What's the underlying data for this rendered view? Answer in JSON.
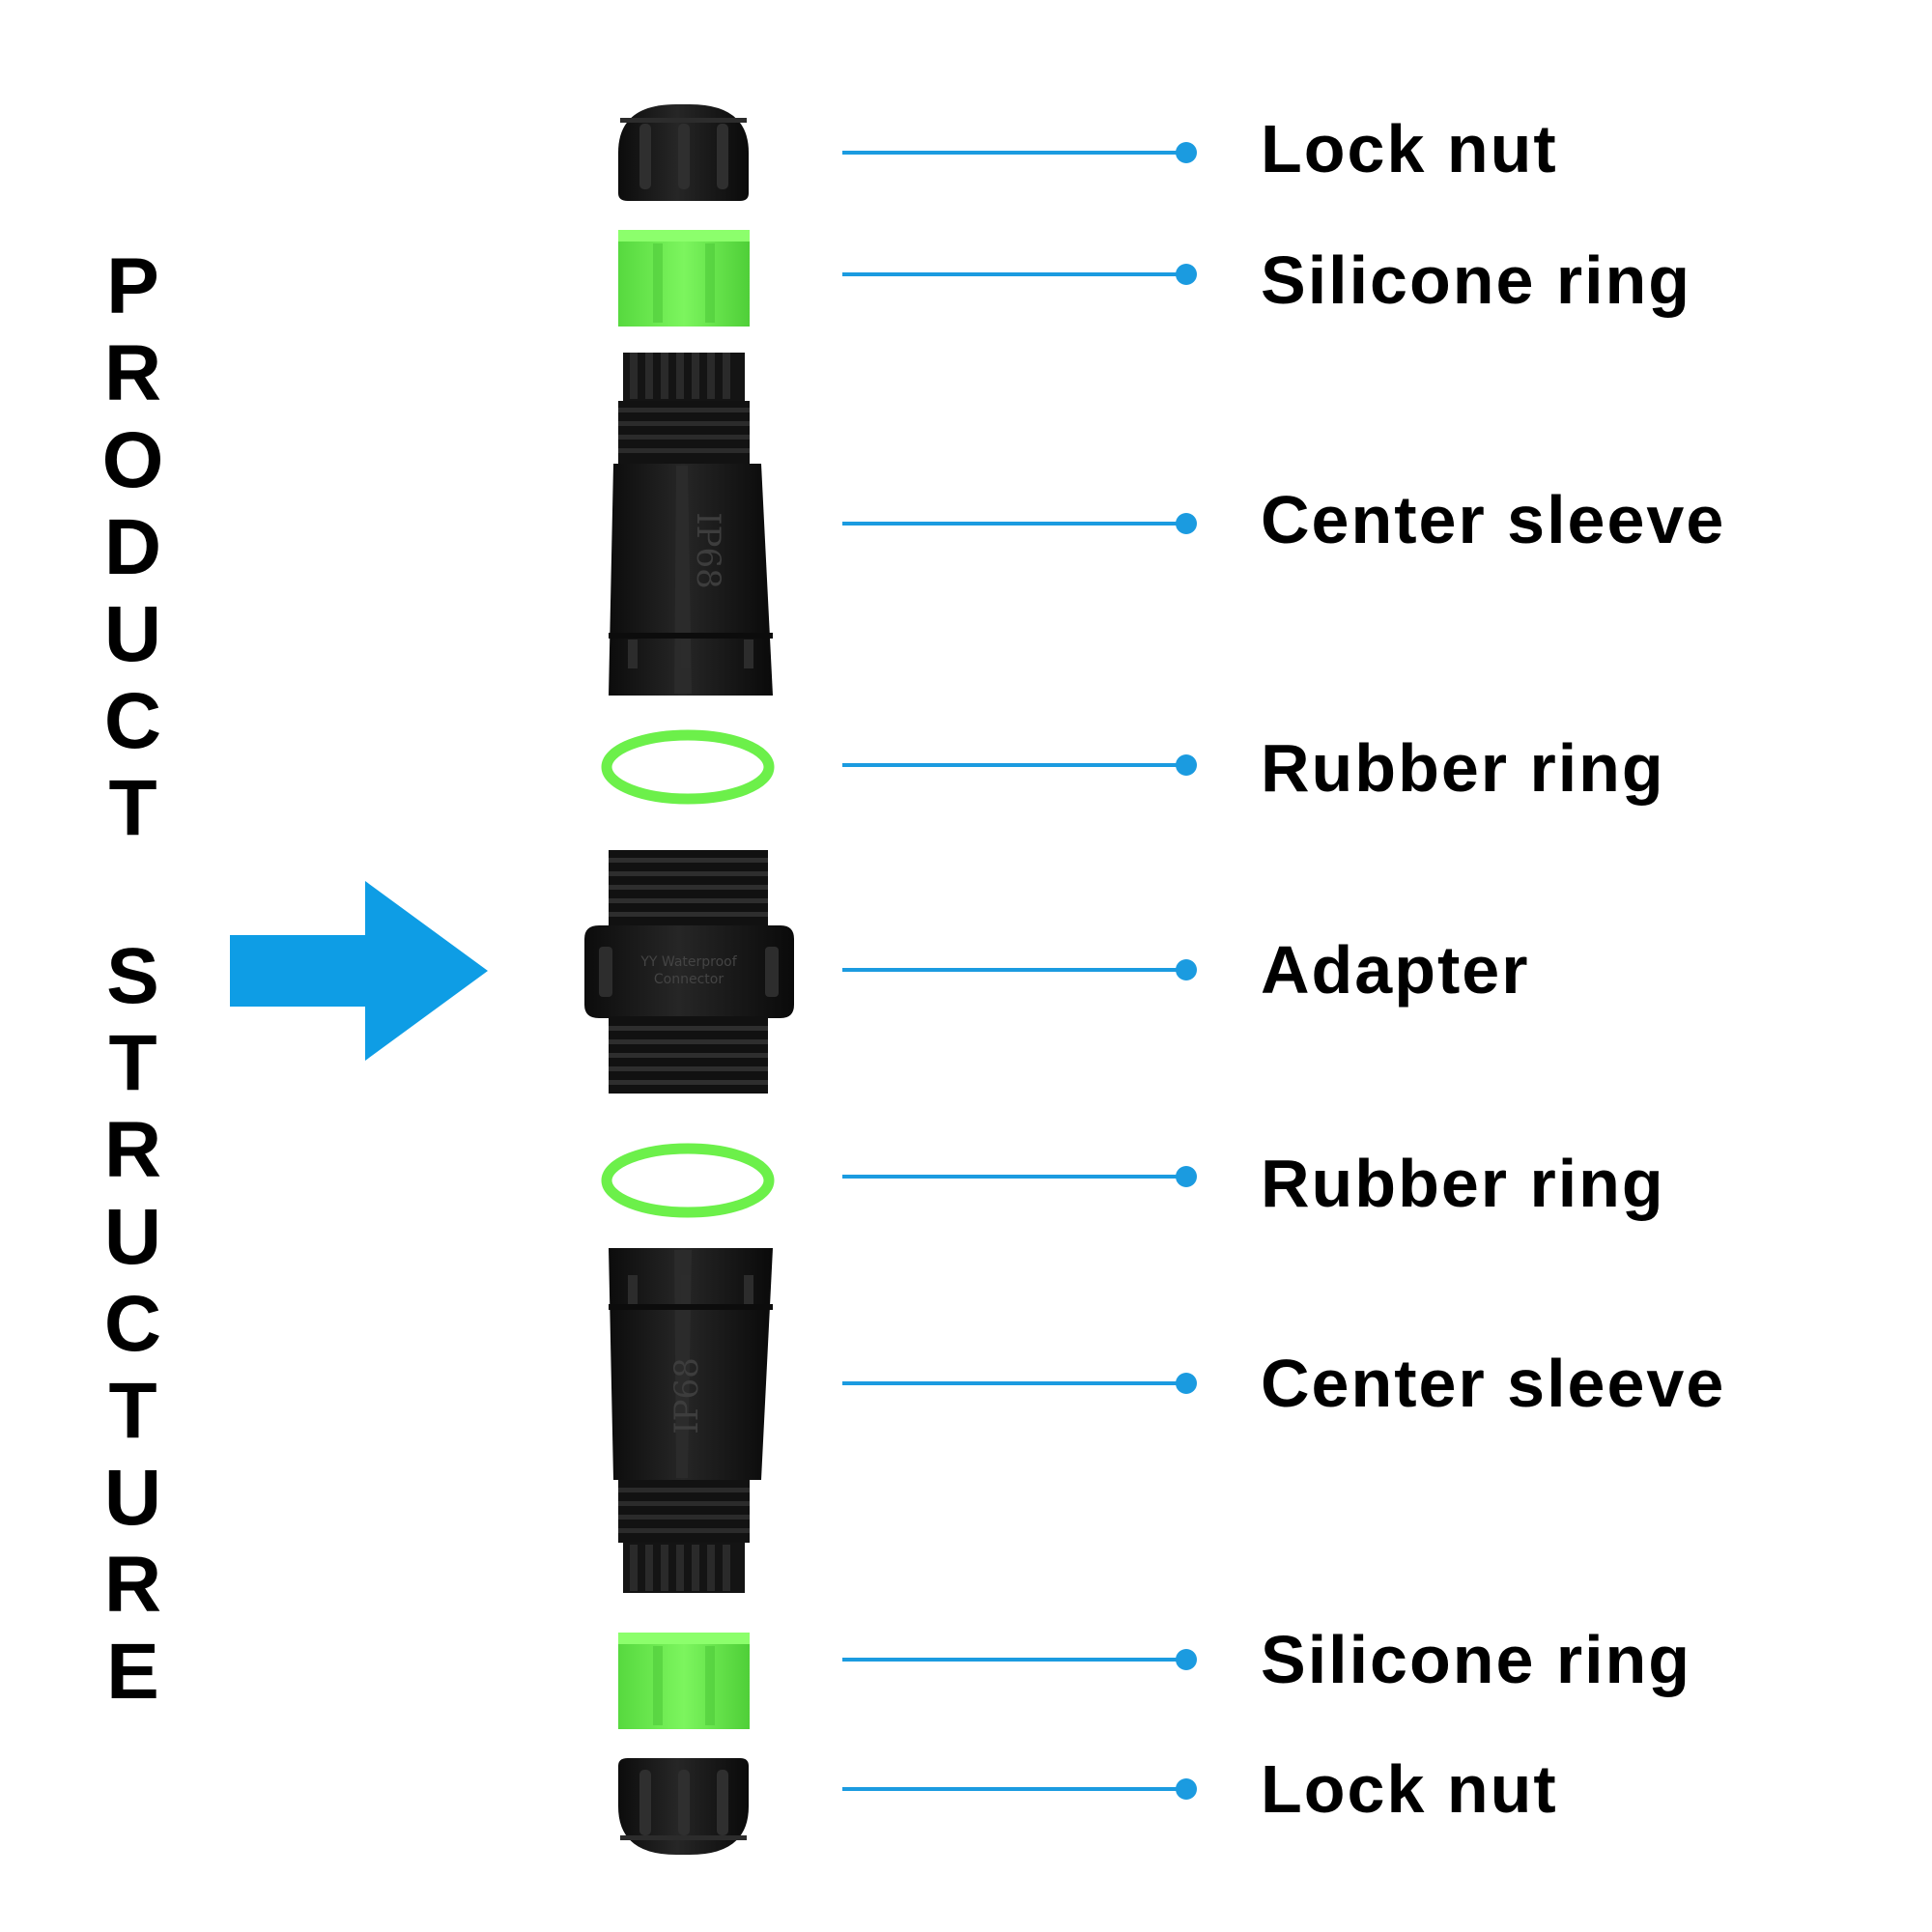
{
  "title": {
    "line1": "PRODUCT",
    "line2": "STRUCTURE"
  },
  "parts": [
    {
      "label": "Lock nut"
    },
    {
      "label": "Silicone ring"
    },
    {
      "label": "Center sleeve"
    },
    {
      "label": "Rubber ring"
    },
    {
      "label": "Adapter"
    },
    {
      "label": "Rubber ring"
    },
    {
      "label": "Center sleeve"
    },
    {
      "label": "Silicone ring"
    },
    {
      "label": "Lock nut"
    }
  ],
  "engravings": {
    "ip_rating": "IP68",
    "adapter_line1": "YY Waterproof",
    "adapter_line2": "Connector"
  },
  "colors": {
    "leader_line": "#1b9be0",
    "arrow": "#0e9de5",
    "silicone_green": "#5fe84a",
    "rubber_green": "#6cf04a",
    "part_black": "#151515"
  }
}
